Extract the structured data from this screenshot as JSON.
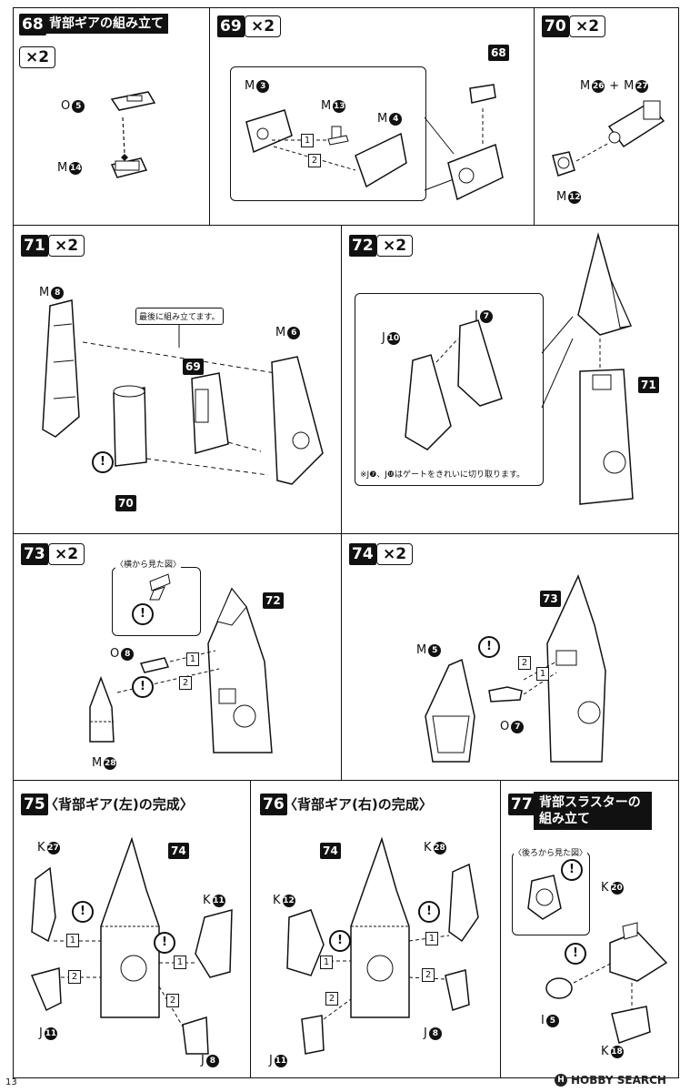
{
  "steps": {
    "s68": {
      "num": "68",
      "title": "背部ギアの組み立て",
      "mult": "×2",
      "parts": {
        "o5": {
          "letter": "O",
          "num": "5"
        },
        "m14": {
          "letter": "M",
          "num": "14"
        }
      }
    },
    "s69": {
      "num": "69",
      "mult": "×2",
      "ref": "68",
      "parts": {
        "m3": {
          "letter": "M",
          "num": "3"
        },
        "m13": {
          "letter": "M",
          "num": "13"
        },
        "m4": {
          "letter": "M",
          "num": "4"
        }
      },
      "order": [
        "1",
        "2"
      ]
    },
    "s70": {
      "num": "70",
      "mult": "×2",
      "parts": {
        "m26": {
          "letter": "M",
          "num": "26"
        },
        "plus": "+",
        "m27": {
          "letter": "M",
          "num": "27"
        },
        "m12": {
          "letter": "M",
          "num": "12"
        }
      }
    },
    "s71": {
      "num": "71",
      "mult": "×2",
      "callout": "最後に組み立てます。",
      "ref69": "69",
      "ref70": "70",
      "parts": {
        "m8": {
          "letter": "M",
          "num": "8"
        },
        "m6": {
          "letter": "M",
          "num": "6"
        }
      }
    },
    "s72": {
      "num": "72",
      "mult": "×2",
      "ref": "71",
      "parts": {
        "j10": {
          "letter": "J",
          "num": "10"
        },
        "j7": {
          "letter": "J",
          "num": "7"
        }
      },
      "note": "※J❼、J❿はゲートをきれいに切り取ります。"
    },
    "s73": {
      "num": "73",
      "mult": "×2",
      "ref": "72",
      "inset_label": "〈横から見た図〉",
      "parts": {
        "o8": {
          "letter": "O",
          "num": "8"
        },
        "m28": {
          "letter": "M",
          "num": "28"
        }
      },
      "order": [
        "1",
        "2"
      ]
    },
    "s74": {
      "num": "74",
      "mult": "×2",
      "ref": "73",
      "parts": {
        "m5": {
          "letter": "M",
          "num": "5"
        },
        "o7": {
          "letter": "O",
          "num": "7"
        }
      },
      "order": [
        "2",
        "1"
      ]
    },
    "s75": {
      "num": "75",
      "title": "〈背部ギア(左)の完成〉",
      "ref": "74",
      "parts": {
        "k27": {
          "letter": "K",
          "num": "27"
        },
        "k11": {
          "letter": "K",
          "num": "11"
        },
        "j11": {
          "letter": "J",
          "num": "11"
        },
        "j8": {
          "letter": "J",
          "num": "8"
        }
      },
      "order": [
        "1",
        "1",
        "2",
        "2"
      ]
    },
    "s76": {
      "num": "76",
      "title": "〈背部ギア(右)の完成〉",
      "ref": "74",
      "parts": {
        "k28": {
          "letter": "K",
          "num": "28"
        },
        "k12": {
          "letter": "K",
          "num": "12"
        },
        "j11": {
          "letter": "J",
          "num": "11"
        },
        "j8": {
          "letter": "J",
          "num": "8"
        }
      },
      "order": [
        "1",
        "1",
        "2",
        "2"
      ]
    },
    "s77": {
      "num": "77",
      "title": "背部スラスターの組み立て",
      "inset_label": "〈後ろから見た図〉",
      "parts": {
        "k20": {
          "letter": "K",
          "num": "20"
        },
        "i5": {
          "letter": "I",
          "num": "5"
        },
        "k18": {
          "letter": "K",
          "num": "18"
        }
      }
    }
  },
  "warning_mark": "!",
  "footer": {
    "page": "13",
    "watermark": "HOBBY SEARCH",
    "watermark_logo": "H"
  }
}
